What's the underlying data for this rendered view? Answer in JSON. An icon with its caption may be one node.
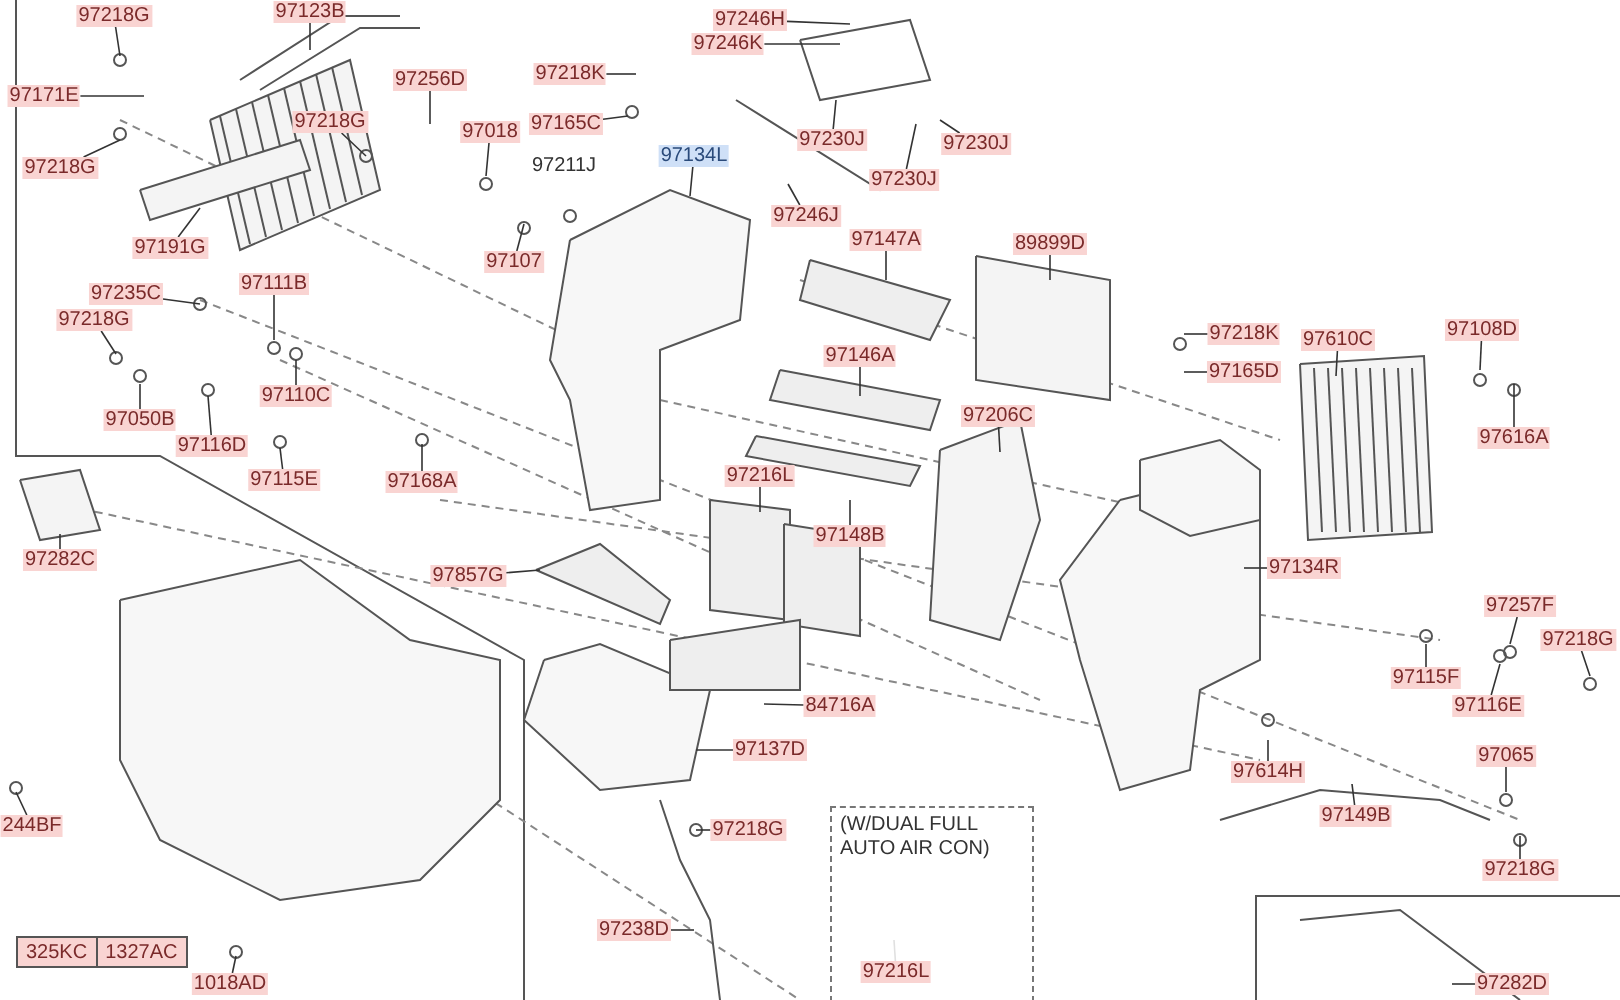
{
  "diagram": {
    "nodes": [
      {
        "text": [
          "97218G"
        ]
      },
      {
        "text": [
          "97123B"
        ]
      },
      {
        "text": [
          "97171E"
        ]
      },
      {
        "text": [
          "97218G"
        ]
      },
      {
        "text": [
          "97256D"
        ]
      },
      {
        "text": [
          "97218G"
        ]
      },
      {
        "text": [
          "97018"
        ]
      },
      {
        "text": [
          "97218K"
        ]
      },
      {
        "text": [
          "97165C"
        ]
      },
      {
        "text": [
          "97134L"
        ]
      },
      {
        "text": [
          "97246H"
        ]
      },
      {
        "text": [
          "97246K"
        ]
      },
      {
        "text": [
          "97230J"
        ]
      },
      {
        "text": [
          "97230J"
        ]
      },
      {
        "text": [
          "97230J"
        ]
      },
      {
        "text": [
          "97246J"
        ]
      },
      {
        "text": [
          "97191G"
        ]
      },
      {
        "text": [
          "97107"
        ]
      },
      {
        "text": [
          "97147A"
        ]
      },
      {
        "text": [
          "89899D"
        ]
      },
      {
        "text": [
          "97235C"
        ]
      },
      {
        "text": [
          "97111B"
        ]
      },
      {
        "text": [
          "97218G"
        ]
      },
      {
        "text": [
          "97218K"
        ]
      },
      {
        "text": [
          "97610C"
        ]
      },
      {
        "text": [
          "97108D"
        ]
      },
      {
        "text": [
          "97146A"
        ]
      },
      {
        "text": [
          "97110C"
        ]
      },
      {
        "text": [
          "97165D"
        ]
      },
      {
        "text": [
          "97050B"
        ]
      },
      {
        "text": [
          "97206C"
        ]
      },
      {
        "text": [
          "97116D"
        ]
      },
      {
        "text": [
          "97616A"
        ]
      },
      {
        "text": [
          "97115E"
        ]
      },
      {
        "text": [
          "97168A"
        ]
      },
      {
        "text": [
          "97216L"
        ]
      },
      {
        "text": [
          "97282C"
        ]
      },
      {
        "text": [
          "97148B"
        ]
      },
      {
        "text": [
          "97134R"
        ]
      },
      {
        "text": [
          "97857G"
        ]
      },
      {
        "text": [
          "97257F"
        ]
      },
      {
        "text": [
          "97218G"
        ]
      },
      {
        "text": [
          "97115F"
        ]
      },
      {
        "text": [
          "97116E"
        ]
      },
      {
        "text": [
          "84716A"
        ]
      },
      {
        "text": [
          "97137D"
        ]
      },
      {
        "text": [
          "97614H"
        ]
      },
      {
        "text": [
          "97065"
        ]
      },
      {
        "text": [
          "97149B"
        ]
      },
      {
        "text": [
          "244BF"
        ]
      },
      {
        "text": [
          "97218G"
        ]
      },
      {
        "text": [
          "97218G"
        ]
      },
      {
        "text": [
          "(W/DUAL FULL AUTO AIR CON)"
        ]
      },
      {
        "text": [
          "97216L"
        ],
        "in": 52
      },
      {
        "text": [
          "97238D"
        ]
      },
      {
        "text": [
          "1018AD"
        ]
      },
      {
        "text": [
          "97282D"
        ]
      }
    ],
    "edges": [
      {
        "from": 0,
        "to": null,
        "arrow": "none"
      },
      {
        "from": 1,
        "to": null,
        "arrow": "none"
      },
      {
        "from": 2,
        "to": null,
        "arrow": "none"
      },
      {
        "from": 3,
        "to": null,
        "arrow": "none"
      },
      {
        "from": 4,
        "to": null,
        "arrow": "none"
      },
      {
        "from": 5,
        "to": null,
        "arrow": "none"
      },
      {
        "from": 6,
        "to": null,
        "arrow": "none"
      },
      {
        "from": 7,
        "to": null,
        "arrow": "none"
      },
      {
        "from": 8,
        "to": null,
        "arrow": "none"
      },
      {
        "from": 9,
        "to": null,
        "arrow": "none"
      },
      {
        "from": 10,
        "to": null,
        "arrow": "none"
      },
      {
        "from": 11,
        "to": null,
        "arrow": "none"
      },
      {
        "from": 12,
        "to": null,
        "arrow": "none"
      },
      {
        "from": 13,
        "to": null,
        "arrow": "none"
      },
      {
        "from": 14,
        "to": null,
        "arrow": "none"
      },
      {
        "from": 15,
        "to": null,
        "arrow": "none"
      },
      {
        "from": 16,
        "to": null,
        "arrow": "none"
      },
      {
        "from": 17,
        "to": null,
        "arrow": "none"
      },
      {
        "from": 18,
        "to": null,
        "arrow": "none"
      },
      {
        "from": 19,
        "to": null,
        "arrow": "none"
      },
      {
        "from": 20,
        "to": null,
        "arrow": "none"
      },
      {
        "from": 21,
        "to": null,
        "arrow": "none"
      },
      {
        "from": 22,
        "to": null,
        "arrow": "none"
      },
      {
        "from": 23,
        "to": null,
        "arrow": "none"
      },
      {
        "from": 24,
        "to": null,
        "arrow": "none"
      },
      {
        "from": 25,
        "to": null,
        "arrow": "none"
      },
      {
        "from": 26,
        "to": null,
        "arrow": "none"
      },
      {
        "from": 27,
        "to": null,
        "arrow": "none"
      },
      {
        "from": 28,
        "to": null,
        "arrow": "none"
      },
      {
        "from": 29,
        "to": null,
        "arrow": "none"
      },
      {
        "from": 30,
        "to": null,
        "arrow": "none"
      },
      {
        "from": 31,
        "to": null,
        "arrow": "none"
      },
      {
        "from": 32,
        "to": null,
        "arrow": "none"
      },
      {
        "from": 33,
        "to": null,
        "arrow": "none"
      },
      {
        "from": 34,
        "to": null,
        "arrow": "none"
      },
      {
        "from": 35,
        "to": null,
        "arrow": "none"
      },
      {
        "from": 36,
        "to": null,
        "arrow": "none"
      },
      {
        "from": 37,
        "to": null,
        "arrow": "none"
      },
      {
        "from": 38,
        "to": null,
        "arrow": "none"
      },
      {
        "from": 39,
        "to": null,
        "arrow": "none"
      },
      {
        "from": 40,
        "to": null,
        "arrow": "none"
      },
      {
        "from": 41,
        "to": null,
        "arrow": "none"
      },
      {
        "from": 42,
        "to": null,
        "arrow": "none"
      },
      {
        "from": 43,
        "to": null,
        "arrow": "none"
      },
      {
        "from": 44,
        "to": null,
        "arrow": "none"
      },
      {
        "from": 45,
        "to": null,
        "arrow": "none"
      },
      {
        "from": 46,
        "to": null,
        "arrow": "none"
      },
      {
        "from": 47,
        "to": null,
        "arrow": "none"
      },
      {
        "from": 48,
        "to": null,
        "arrow": "none"
      },
      {
        "from": 49,
        "to": null,
        "arrow": "none"
      },
      {
        "from": 50,
        "to": null,
        "arrow": "none"
      },
      {
        "from": 51,
        "to": null,
        "arrow": "none"
      },
      {
        "from": 53,
        "to": null,
        "arrow": "none"
      },
      {
        "from": 54,
        "to": null,
        "arrow": "none"
      },
      {
        "from": 55,
        "to": null,
        "arrow": "none"
      },
      {
        "from": 56,
        "to": null,
        "arrow": "none"
      }
    ],
    "labels": [
      "97211J",
      "325KC",
      "1327AC"
    ]
  }
}
